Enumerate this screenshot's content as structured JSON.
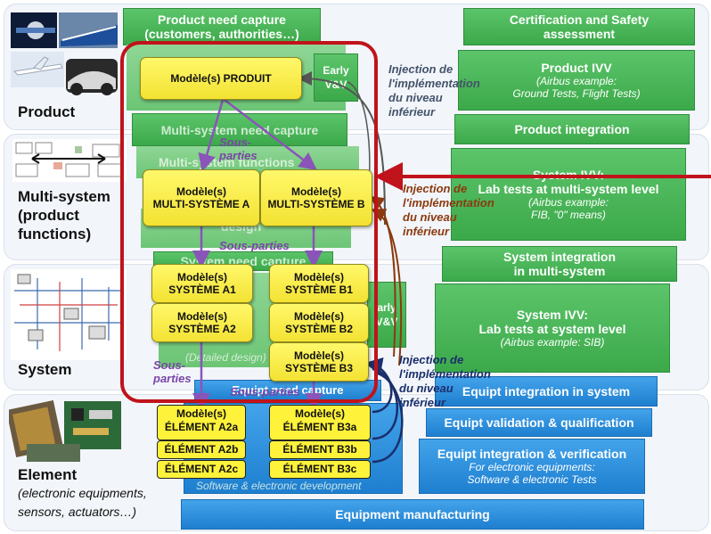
{
  "levels": {
    "product": "Product",
    "multisystem": [
      "Multi-system",
      "(product",
      "functions)"
    ],
    "system": "System",
    "element": "Element",
    "element_sub": [
      "(electronic equipments,",
      "sensors, actuators…)"
    ]
  },
  "left_v": {
    "product_need": [
      "Product need capture",
      "(customers, authorities…)"
    ],
    "multi_need": "Multi-system need capture",
    "multi_functions": "Multi-system functions",
    "design": "design",
    "system_need": "System need capture",
    "early_vv": [
      "Early",
      "V&V"
    ],
    "early_vv2": [
      "arly",
      "V&V"
    ],
    "system_detailed": "(Detailed design)",
    "equipt_capture": "Equipt need capture",
    "software_dev": "Software & electronic development",
    "equipment_manufacturing": "Equipment manufacturing"
  },
  "right_v": {
    "cert": [
      "Certification and Safety",
      "assessment"
    ],
    "product_ivv": "Product IVV",
    "product_ivv_sub": [
      "(Airbus example:",
      "Ground Tests, Flight Tests)"
    ],
    "product_integration": "Product integration",
    "system_ivv_top": "System IVV:",
    "multi_lab": "Lab tests at multi-system level",
    "multi_lab_sub": [
      "(Airbus example:",
      "FIB, \"0\" means)"
    ],
    "sys_integration": [
      "System integration",
      "in multi-system"
    ],
    "system_ivv2": "System IVV:",
    "sys_lab": "Lab tests at system level",
    "sys_lab_sub": "(Airbus example: SIB)",
    "equipt_integration_system": "Equipt integration in system",
    "equipt_validation": "Equipt validation & qualification",
    "equipt_int_verif": "Equipt integration & verification",
    "equipt_int_sub": [
      "For electronic equipments:",
      "Software & electronic Tests"
    ]
  },
  "models": {
    "produit": "Modèle(s) PRODUIT",
    "ms_a": [
      "Modèle(s)",
      "MULTI-SYSTÈME A"
    ],
    "ms_b": [
      "Modèle(s)",
      "MULTI-SYSTÈME B"
    ],
    "sys_a1": [
      "Modèle(s)",
      "SYSTÈME A1"
    ],
    "sys_a2": [
      "Modèle(s)",
      "SYSTÈME A2"
    ],
    "sys_b1": [
      "Modèle(s)",
      "SYSTÈME B1"
    ],
    "sys_b2": [
      "Modèle(s)",
      "SYSTÈME B2"
    ],
    "sys_b3": [
      "Modèle(s)",
      "SYSTÈME B3"
    ],
    "el_a2a": [
      "Modèle(s)",
      "ÉLÉMENT A2a"
    ],
    "el_a2b": "ÉLÉMENT A2b",
    "el_a2c": "ÉLÉMENT A2c",
    "el_b3a": [
      "Modèle(s)",
      "ÉLÉMENT B3a"
    ],
    "el_b3b": "ÉLÉMENT B3b",
    "el_b3c": "ÉLÉMENT B3c"
  },
  "sous_parties": [
    "Sous-",
    "parties"
  ],
  "sous_parties_line": "Sous-parties",
  "injection": [
    "Injection de",
    "l'implémentation",
    "du niveau",
    "inférieur"
  ],
  "colors": {
    "green": "#3ba94a",
    "blue": "#1e7fd0",
    "yellow": "#fff23a",
    "red": "#c0131b",
    "purple": "#8a55b8",
    "brown": "#8b3a0f",
    "navy": "#1b2f6b"
  }
}
